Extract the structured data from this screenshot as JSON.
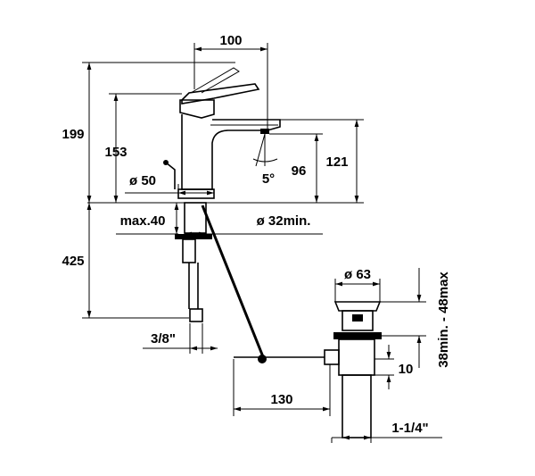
{
  "dimensions": {
    "spout_reach": "100",
    "total_height": "199",
    "body_height": "153",
    "spout_height": "96",
    "outlet_height": "121",
    "spout_angle": "5°",
    "base_diameter": "ø 50",
    "max_deck_thickness": "max.40",
    "hole_diameter": "ø 32min.",
    "below_deck_length": "425",
    "connection_thread": "3/8\"",
    "waste_head_diameter": "ø 63",
    "waste_adjust_range": "38min. - 48max",
    "waste_flange": "10",
    "pull_rod_length": "130",
    "waste_thread": "1-1/4\""
  }
}
